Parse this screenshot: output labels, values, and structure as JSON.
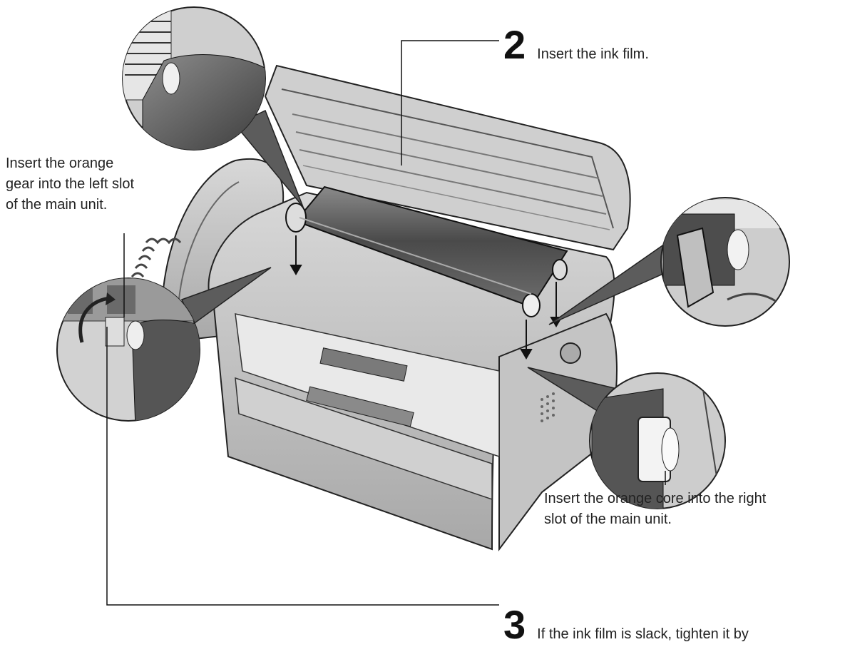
{
  "labels": {
    "left_callout": [
      "Insert the orange",
      "gear into the left slot",
      "of the main unit."
    ],
    "right_callout": [
      "Insert the orange core into the right",
      "slot of the main unit."
    ]
  },
  "steps": [
    {
      "number": "2",
      "text": "Insert the ink film."
    },
    {
      "number": "3",
      "text": "If the ink film is slack, tighten it by"
    }
  ],
  "colors": {
    "body": "#bdbdbd",
    "dark": "#3d3d3d",
    "film": "#5a5a5a",
    "line": "#1a1a1a",
    "background": "#ffffff"
  }
}
